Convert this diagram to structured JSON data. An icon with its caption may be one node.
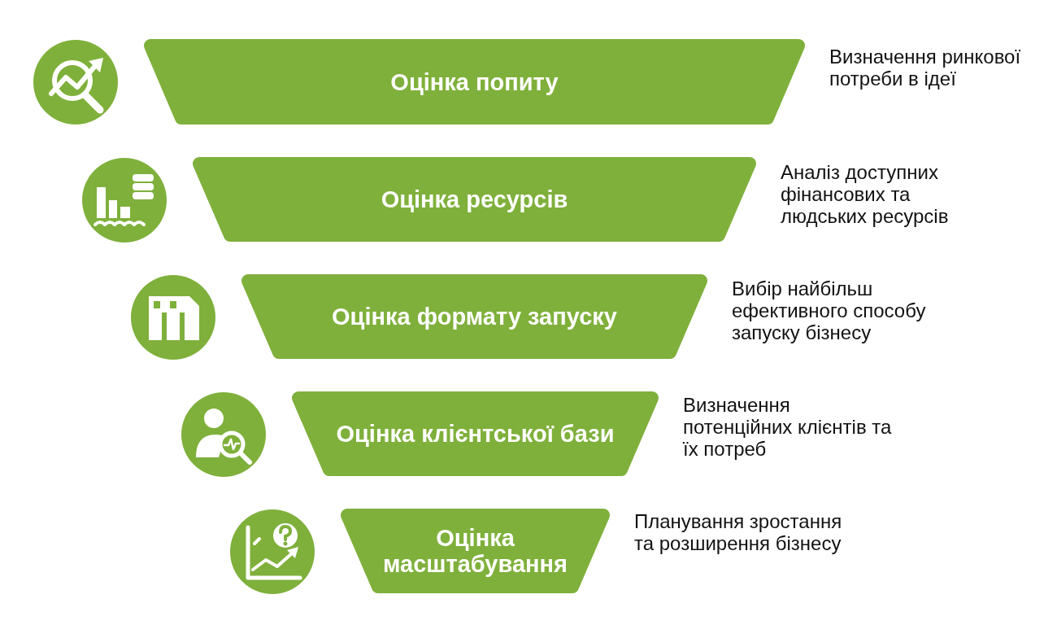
{
  "diagram": {
    "nodes": [
      {
        "text": [
          "Оцінка попиту"
        ],
        "beside": [
          "Визначення ринкової потреби в ідеї"
        ]
      },
      {
        "text": [
          "Оцінка ресурсів"
        ],
        "beside": [
          "Аналіз доступних фінансових та людських ресурсів"
        ]
      },
      {
        "text": [
          "Оцінка формату запуску"
        ],
        "beside": [
          "Вибір найбільш ефективного способу запуску бізнесу"
        ]
      },
      {
        "text": [
          "Оцінка клієнтської бази"
        ],
        "beside": [
          "Визначення потенційних клієнтів та їх потреб"
        ]
      },
      {
        "text": [
          "Оцінка масштабування"
        ],
        "beside": [
          "Планування зростання та розширення бізнесу"
        ]
      }
    ]
  }
}
